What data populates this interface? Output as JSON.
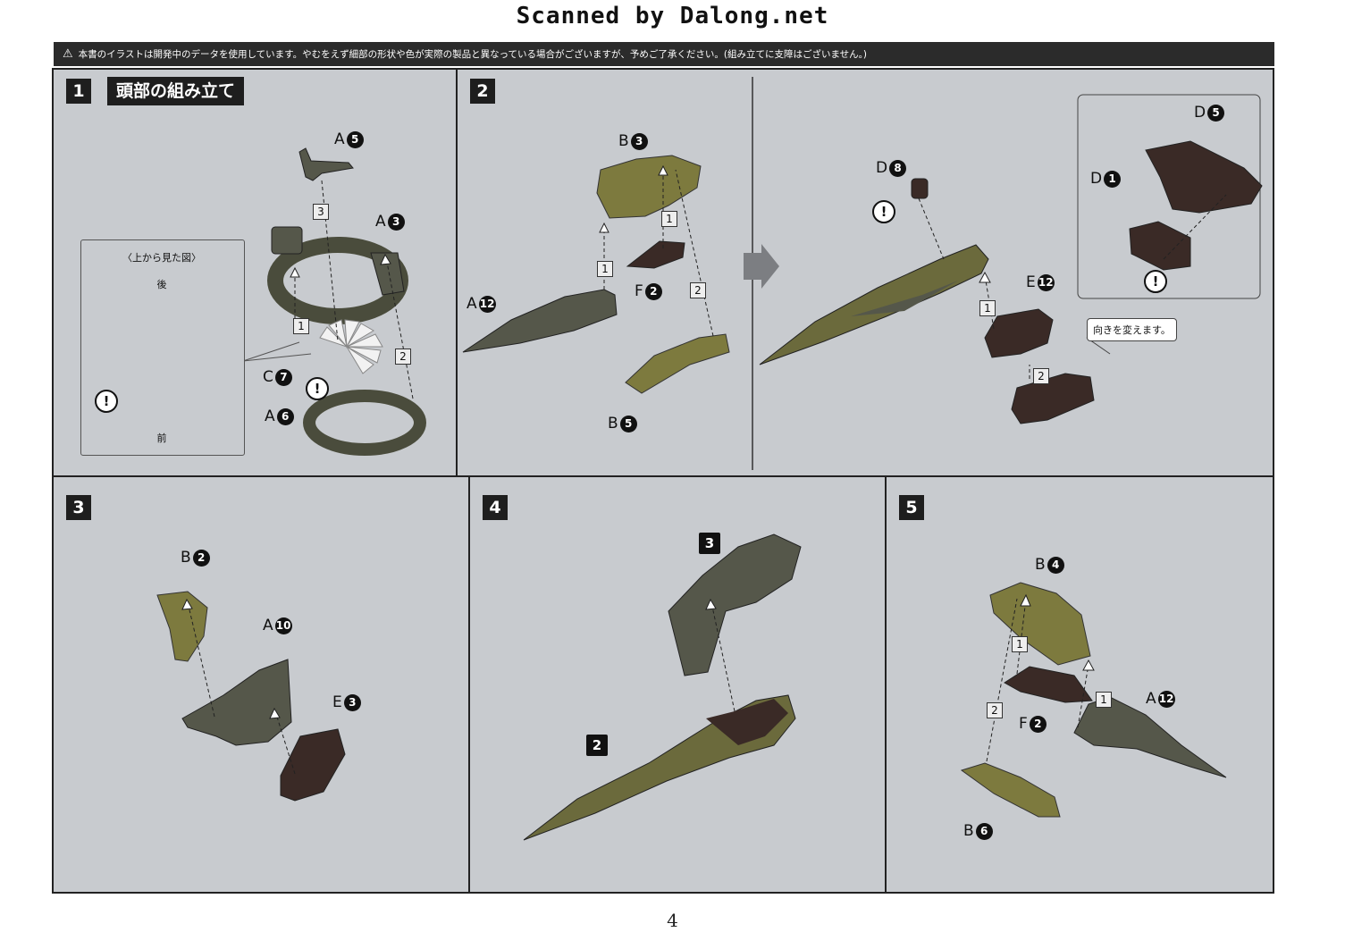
{
  "header": {
    "scan_credit": "Scanned by Dalong.net"
  },
  "warning": {
    "text": "本書のイラストは開発中のデータを使用しています。やむをえず細部の形状や色が実際の製品と異なっている場合がございますが、予めご了承ください。(組み立てに支障はございません。)"
  },
  "panel1": {
    "number": "1",
    "title": "頭部の組み立て",
    "callout": {
      "title": "〈上から見た図〉",
      "back": "後",
      "front": "前"
    },
    "labels": [
      {
        "letter": "A",
        "num": "5"
      },
      {
        "letter": "A",
        "num": "3"
      },
      {
        "letter": "C",
        "num": "7"
      },
      {
        "letter": "A",
        "num": "6"
      }
    ],
    "steps": [
      "3",
      "1",
      "2"
    ]
  },
  "panel2": {
    "number": "2",
    "labels_left": [
      {
        "letter": "B",
        "num": "3"
      },
      {
        "letter": "A",
        "num": "12"
      },
      {
        "letter": "F",
        "num": "2"
      },
      {
        "letter": "B",
        "num": "5"
      }
    ],
    "labels_right": [
      {
        "letter": "D",
        "num": "8"
      },
      {
        "letter": "E",
        "num": "12"
      },
      {
        "letter": "D",
        "num": "5"
      },
      {
        "letter": "D",
        "num": "1"
      }
    ],
    "bubble": "向きを変えます。",
    "steps": [
      "1",
      "1",
      "2",
      "1",
      "2"
    ]
  },
  "panel3": {
    "number": "3",
    "labels": [
      {
        "letter": "B",
        "num": "2"
      },
      {
        "letter": "A",
        "num": "10"
      },
      {
        "letter": "E",
        "num": "3"
      }
    ]
  },
  "panel4": {
    "number": "4",
    "sub_labels": [
      "3",
      "2"
    ]
  },
  "panel5": {
    "number": "5",
    "labels": [
      {
        "letter": "B",
        "num": "4"
      },
      {
        "letter": "A",
        "num": "12"
      },
      {
        "letter": "F",
        "num": "2"
      },
      {
        "letter": "B",
        "num": "6"
      }
    ],
    "steps": [
      "1",
      "1",
      "2"
    ]
  },
  "footer": {
    "page_number": "4"
  },
  "colors": {
    "panel_bg": "#c8cbcf",
    "olive": "#7d7a3e",
    "dark_part": "#3a2a26",
    "gray_part": "#55574a"
  }
}
